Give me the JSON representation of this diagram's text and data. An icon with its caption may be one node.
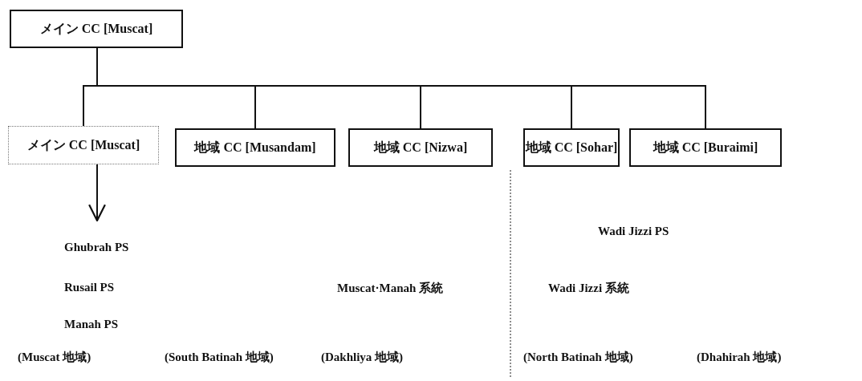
{
  "diagram": {
    "nodes": [
      {
        "text": [
          "メイン CC [Muscat]"
        ]
      },
      {
        "text": [
          "メイン CC [Muscat]"
        ]
      },
      {
        "text": [
          "地域 CC [Musandam]"
        ]
      },
      {
        "text": [
          "地域 CC [Nizwa]"
        ]
      },
      {
        "text": [
          "地域 CC [Sohar]"
        ]
      },
      {
        "text": [
          "地域 CC [Buraimi]"
        ]
      }
    ],
    "edges": [
      {
        "from": 0,
        "to": 1,
        "arrow": "none"
      },
      {
        "from": 0,
        "to": 2,
        "arrow": "none"
      },
      {
        "from": 0,
        "to": 3,
        "arrow": "none"
      },
      {
        "from": 0,
        "to": 4,
        "arrow": "none"
      },
      {
        "from": 0,
        "to": 5,
        "arrow": "none"
      },
      {
        "from": 1,
        "to": null,
        "arrow": "to"
      }
    ],
    "labels": [
      "Wadi Jizzi PS",
      "Ghubrah PS",
      "Rusail PS",
      "Muscat·Manah 系統",
      "Wadi Jizzi 系統",
      "Manah PS",
      "(Muscat 地域)",
      "(South Batinah 地域)",
      "(Dakhliya 地域)",
      "(North Batinah 地域)",
      "(Dhahirah 地域)"
    ]
  }
}
